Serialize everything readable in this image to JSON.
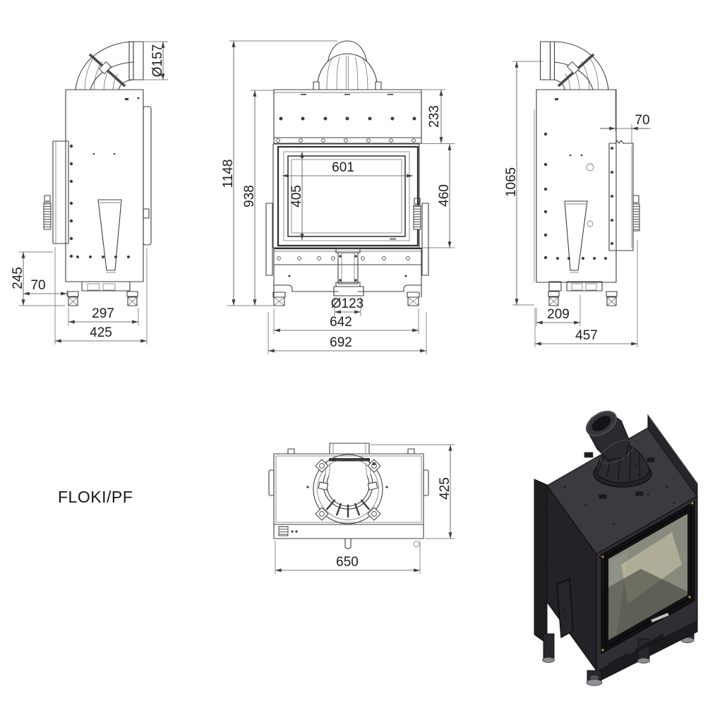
{
  "model_label": "FLOKI/PF",
  "views": {
    "side_left": {
      "flue_diameter": "Ø157",
      "rear_section_height": "245",
      "foot_offset": "70",
      "feet_spacing": "297",
      "total_depth": "425"
    },
    "front": {
      "total_height": "1148",
      "body_height": "938",
      "hood_height": "233",
      "glass_width": "601",
      "glass_height": "405",
      "door_height": "460",
      "outlet_diameter": "Ø123",
      "feet_width": "642",
      "total_width": "692"
    },
    "side_right": {
      "flue_axis_height": "1065",
      "rear_panel_offset": "70",
      "front_foot_offset": "209",
      "total_depth": "457"
    },
    "plan": {
      "total_width": "650",
      "total_depth": "425"
    }
  }
}
